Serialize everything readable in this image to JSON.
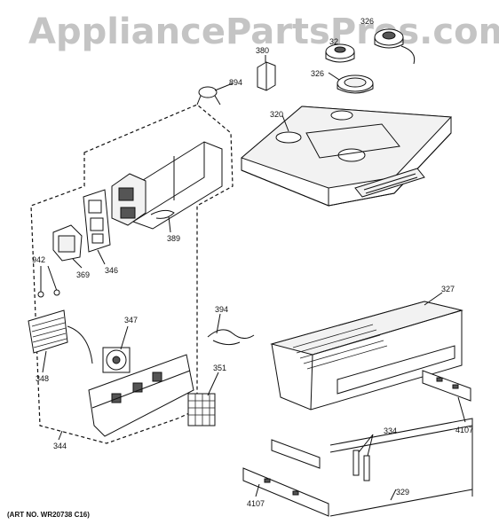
{
  "watermark": "AppliancePartsPros.com",
  "art_number": "(ART NO. WR20738 C16)",
  "callouts": {
    "c326a": "326",
    "c32": "32",
    "c380": "380",
    "c326b": "326",
    "c894": "894",
    "c320": "320",
    "c389": "389",
    "c942": "942",
    "c369": "369",
    "c346": "346",
    "c347": "347",
    "c394": "394",
    "c327": "327",
    "c348": "348",
    "c351": "351",
    "c4107a": "4107",
    "c344": "344",
    "c334": "334",
    "c4107b": "4107",
    "c329": "329"
  }
}
